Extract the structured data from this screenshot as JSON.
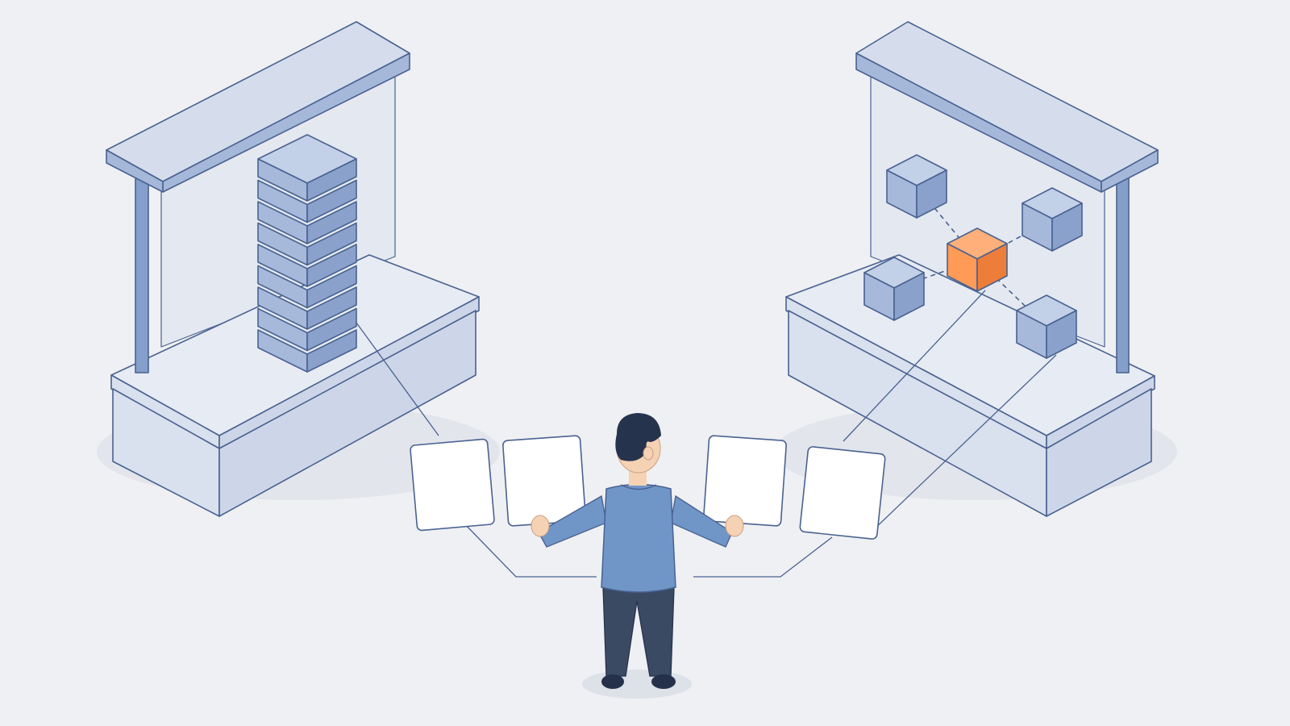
{
  "scene": {
    "background": "#EFF0F3",
    "palette": {
      "stroke": "#4A6291",
      "cube_top": "#C2D0E8",
      "cube_left": "#A6B9DB",
      "cube_right": "#8AA2CB",
      "highlight_top": "#FFB07A",
      "highlight_left": "#FF9A57",
      "highlight_right": "#EC7E3A",
      "table_top": "#E7EBF3",
      "table_left": "#D9E0EE",
      "table_right": "#CDD6E8",
      "panel": "#E4E8F0",
      "canopy_top": "#D5DDEC",
      "canopy_front": "#A6B8DA",
      "pole": "#859FCB",
      "card": "#FFFFFF",
      "shirt": "#7096C8",
      "pants": "#3B4A63",
      "hair": "#26334D",
      "skin": "#F6D2B4"
    },
    "left_station": {
      "icon": "stacked-blocks",
      "block_count": 9
    },
    "right_station": {
      "icon": "node-network",
      "node_count": 5,
      "highlighted_node": "center"
    },
    "cards": {
      "count": 4
    }
  }
}
